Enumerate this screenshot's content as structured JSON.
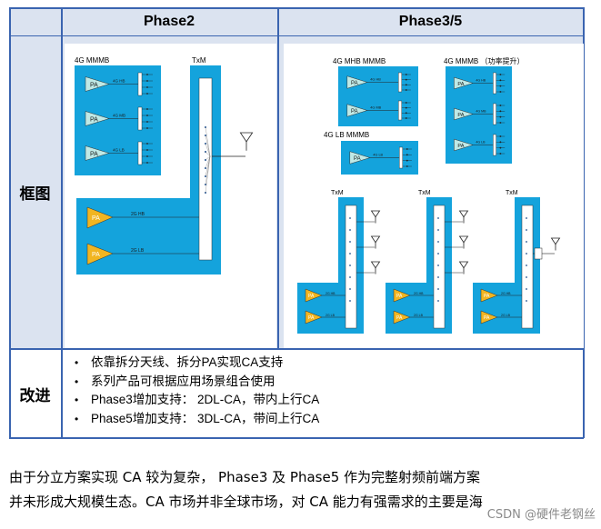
{
  "table": {
    "col_headers": [
      "Phase2",
      "Phase3/5"
    ],
    "rows": [
      {
        "label": "框图"
      },
      {
        "label": "改进",
        "bullets": [
          "依靠拆分天线、拆分PA实现CA支持",
          "系列产品可根据应用场景组合使用",
          "Phase3增加支持：  2DL-CA，带内上行CA",
          "Phase5增加支持：  3DL-CA，带间上行CA"
        ]
      }
    ]
  },
  "diagram": {
    "phase2": {
      "module_label": "4G MMMB",
      "txm_label": "TxM",
      "pa_label": "PA",
      "mmmb_bands": [
        "4G HB",
        "4G MB",
        "4G LB"
      ],
      "gsm_bands": [
        "2G HB",
        "2G LB"
      ]
    },
    "phase35": {
      "mhb_label": "4G  MHB MMMB",
      "mmmb_label": "4G MMMB （功率提升）",
      "lb_label": "4G  LB MMMB",
      "txm_label": "TxM",
      "pa_label": "PA",
      "mhb_bands": [
        "4G HB",
        "4G MB"
      ],
      "mmmb_bands": [
        "4G HB",
        "4G MB",
        "4G LB"
      ],
      "lb_bands": [
        "4G LB"
      ],
      "gsm_bands": [
        "2G HB",
        "2G LB"
      ]
    },
    "colors": {
      "module_blue": "#14a3dc",
      "pa_teal": "#bfe9e6",
      "pa_gold": "#f1b521",
      "panel": "#ffffff"
    }
  },
  "paragraph": [
    "由于分立方案实现 CA 较为复杂，  Phase3 及 Phase5 作为完整射频前端方案",
    "并未形成大规模生态。CA 市场并非全球市场，对 CA 能力有强需求的主要是海"
  ],
  "watermark": "CSDN @硬件老钢丝"
}
